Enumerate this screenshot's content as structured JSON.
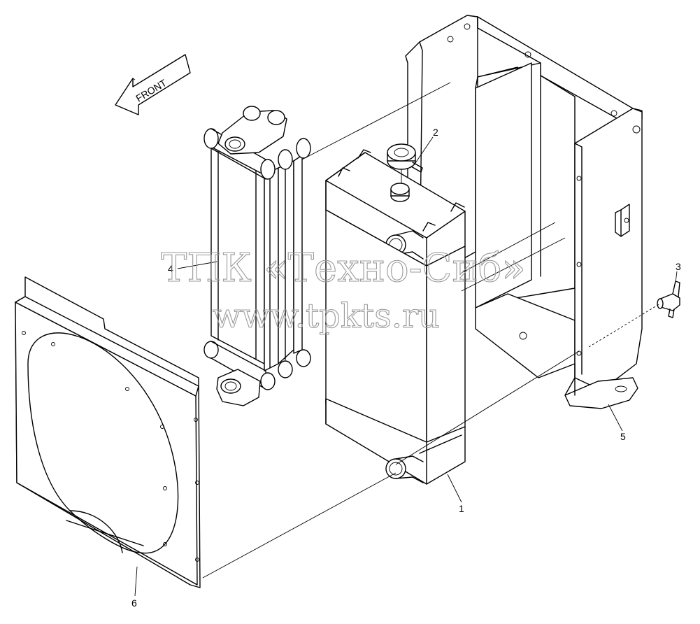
{
  "front_label": "FRONT",
  "callouts": [
    {
      "id": "c1",
      "text": "1"
    },
    {
      "id": "c2",
      "text": "2"
    },
    {
      "id": "c3",
      "text": "3"
    },
    {
      "id": "c4",
      "text": "4"
    },
    {
      "id": "c5",
      "text": "5"
    },
    {
      "id": "c6",
      "text": "6"
    }
  ],
  "watermark": {
    "line1": "ТПК «Техно-Сиб»",
    "line2": "www.tpkts.ru"
  }
}
